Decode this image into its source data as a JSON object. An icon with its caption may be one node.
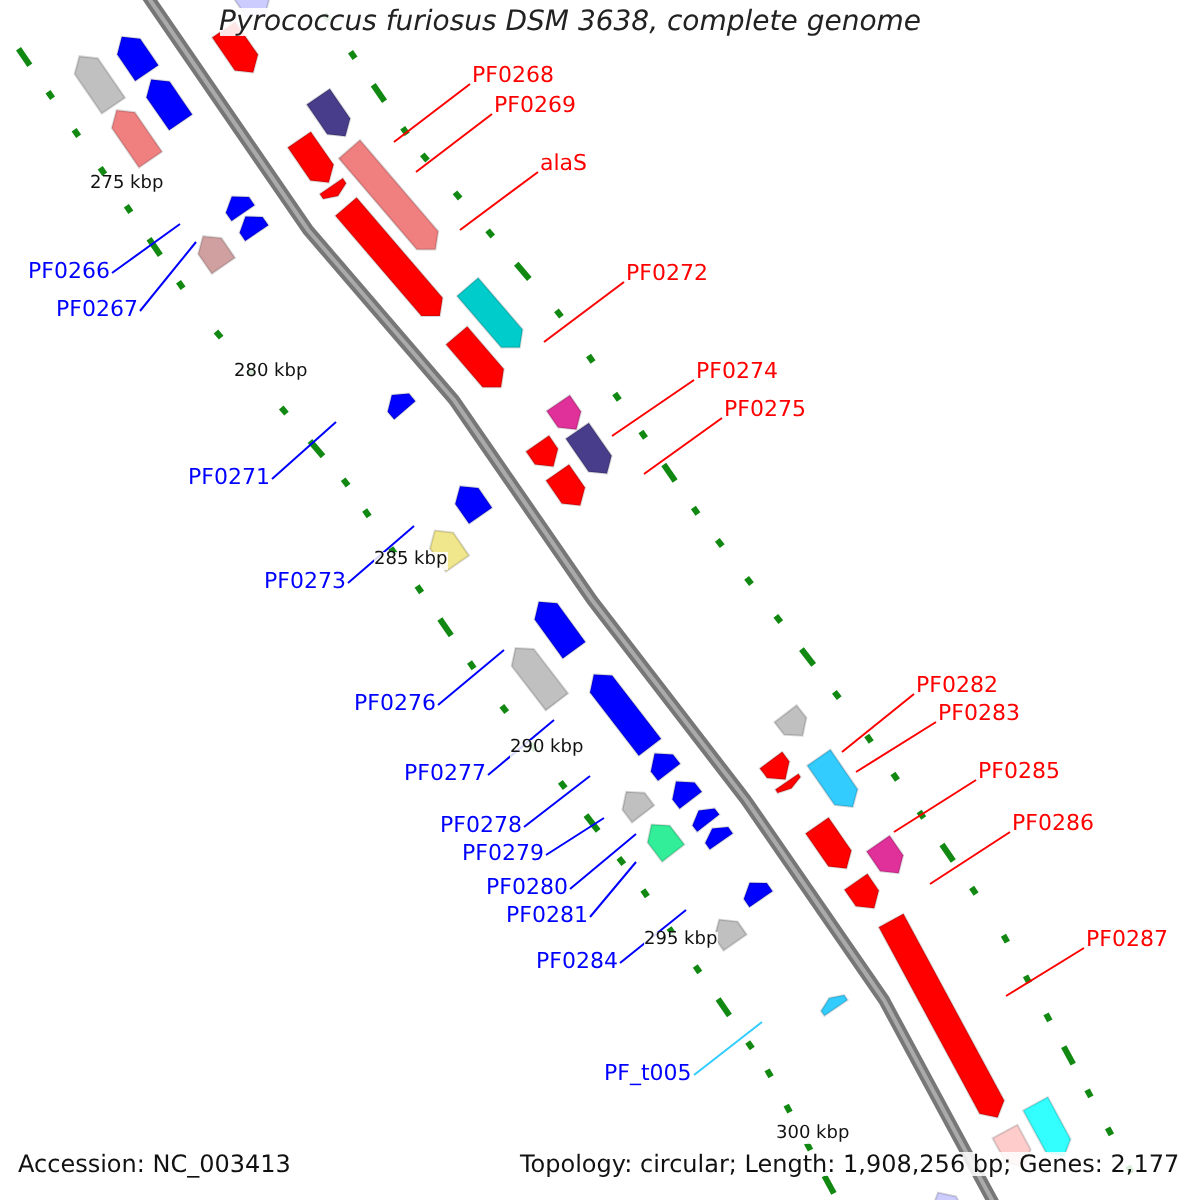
{
  "diagram": {
    "title": "Pyrococcus furiosus DSM 3638, complete genome",
    "nodes": [
      {
        "text": [
          "PF0268"
        ]
      },
      {
        "text": [
          "PF0269"
        ]
      },
      {
        "text": [
          "alaS"
        ]
      },
      {
        "text": [
          "PF0266"
        ]
      },
      {
        "text": [
          "PF0267"
        ]
      },
      {
        "text": [
          "PF0272"
        ]
      },
      {
        "text": [
          "PF0274"
        ]
      },
      {
        "text": [
          "PF0275"
        ]
      },
      {
        "text": [
          "PF0271"
        ]
      },
      {
        "text": [
          "PF0273"
        ]
      },
      {
        "text": [
          "PF0276"
        ]
      },
      {
        "text": [
          "PF0282"
        ]
      },
      {
        "text": [
          "PF0283"
        ]
      },
      {
        "text": [
          "PF0277"
        ]
      },
      {
        "text": [
          "PF0285"
        ]
      },
      {
        "text": [
          "PF0278"
        ]
      },
      {
        "text": [
          "PF0279"
        ]
      },
      {
        "text": [
          "PF0286"
        ]
      },
      {
        "text": [
          "PF0280"
        ]
      },
      {
        "text": [
          "PF0281"
        ]
      },
      {
        "text": [
          "PF0287"
        ]
      },
      {
        "text": [
          "PF0284"
        ]
      },
      {
        "text": [
          "PF_t005"
        ]
      }
    ],
    "edges": [
      {
        "from": 0,
        "to": null,
        "arrow": "none",
        "color": "#ff0000"
      },
      {
        "from": 1,
        "to": null,
        "arrow": "none",
        "color": "#ff0000"
      },
      {
        "from": 2,
        "to": null,
        "arrow": "none",
        "color": "#ff0000"
      },
      {
        "from": 3,
        "to": null,
        "arrow": "none",
        "color": "#0000ff"
      },
      {
        "from": 4,
        "to": null,
        "arrow": "none",
        "color": "#0000ff"
      },
      {
        "from": 5,
        "to": null,
        "arrow": "none",
        "color": "#ff0000"
      },
      {
        "from": 6,
        "to": null,
        "arrow": "none",
        "color": "#ff0000"
      },
      {
        "from": 7,
        "to": null,
        "arrow": "none",
        "color": "#ff0000"
      },
      {
        "from": 8,
        "to": null,
        "arrow": "none",
        "color": "#0000ff"
      },
      {
        "from": 9,
        "to": null,
        "arrow": "none",
        "color": "#0000ff"
      },
      {
        "from": 10,
        "to": null,
        "arrow": "none",
        "color": "#0000ff"
      },
      {
        "from": 11,
        "to": null,
        "arrow": "none",
        "color": "#ff0000"
      },
      {
        "from": 12,
        "to": null,
        "arrow": "none",
        "color": "#ff0000"
      },
      {
        "from": 13,
        "to": null,
        "arrow": "none",
        "color": "#0000ff"
      },
      {
        "from": 14,
        "to": null,
        "arrow": "none",
        "color": "#ff0000"
      },
      {
        "from": 15,
        "to": null,
        "arrow": "none",
        "color": "#0000ff"
      },
      {
        "from": 16,
        "to": null,
        "arrow": "none",
        "color": "#0000ff"
      },
      {
        "from": 17,
        "to": null,
        "arrow": "none",
        "color": "#ff0000"
      },
      {
        "from": 18,
        "to": null,
        "arrow": "none",
        "color": "#0000ff"
      },
      {
        "from": 19,
        "to": null,
        "arrow": "none",
        "color": "#0000ff"
      },
      {
        "from": 20,
        "to": null,
        "arrow": "none",
        "color": "#ff0000"
      },
      {
        "from": 21,
        "to": null,
        "arrow": "none",
        "color": "#0000ff"
      },
      {
        "from": 22,
        "to": null,
        "arrow": "none",
        "color": "#33ccff"
      }
    ],
    "labels": [
      "275 kbp",
      "280 kbp",
      "285 kbp",
      "290 kbp",
      "295 kbp",
      "300 kbp",
      "Accession: NC_003413",
      "Topology: circular; Length: 1,908,256 bp; Genes: 2,177"
    ]
  }
}
